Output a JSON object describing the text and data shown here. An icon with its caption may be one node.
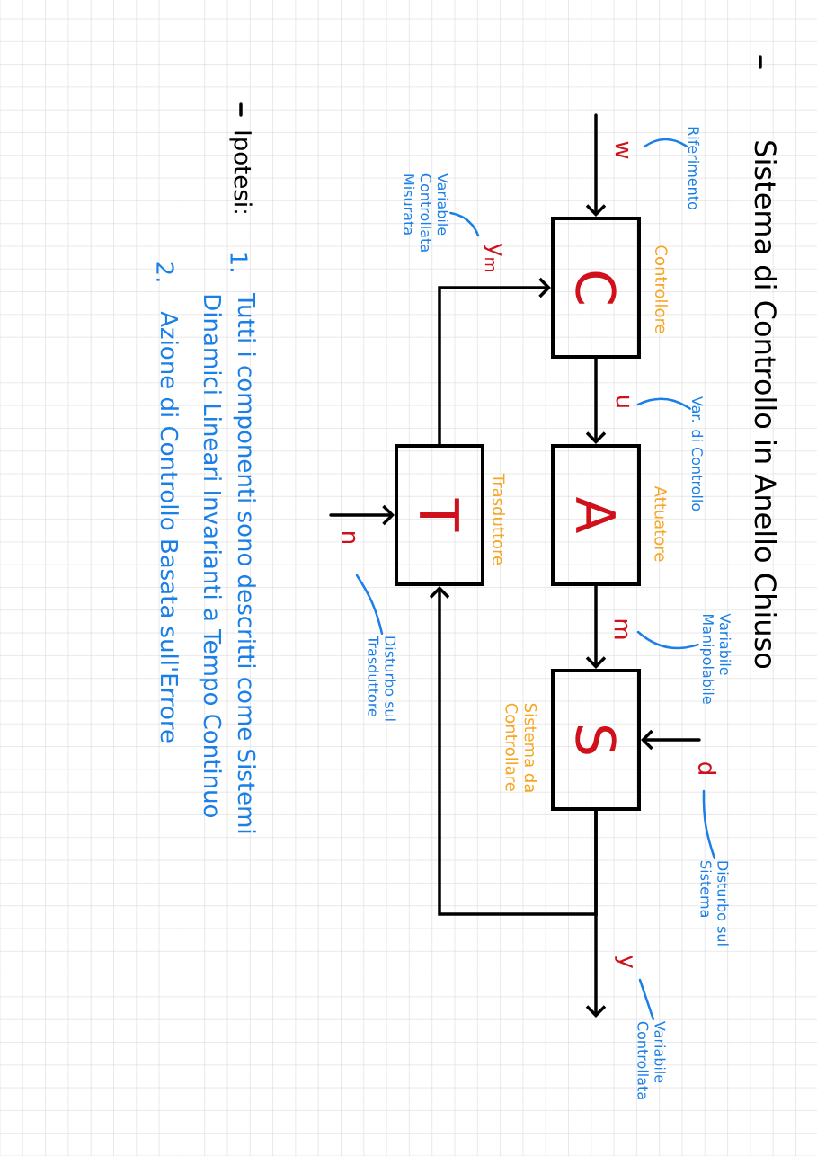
{
  "diagram": {
    "title": "Sistema di Controllo in Anello Chiuso",
    "nodes": [
      {
        "text": [
          "C"
        ],
        "beside": [
          "Controllore"
        ]
      },
      {
        "text": [
          "A"
        ],
        "beside": [
          "Attuatore"
        ]
      },
      {
        "text": [
          "S"
        ],
        "beside": [
          "Sistema da Controllare"
        ]
      },
      {
        "text": [
          "T"
        ],
        "beside": [
          "Trasduttore"
        ]
      },
      {
        "text": [
          "Riferimento"
        ]
      },
      {
        "text": [
          "Variabile Controllata Misurata"
        ]
      },
      {
        "text": [
          "Var. di Controllo"
        ]
      },
      {
        "text": [
          "Variabile Manipolabile"
        ]
      },
      {
        "text": [
          "Disturbo sul Sistema"
        ]
      },
      {
        "text": [
          "Disturbo sul Trasduttore"
        ]
      },
      {
        "text": [
          "Variabile Controllata"
        ]
      }
    ],
    "edges": [
      {
        "from": null,
        "to": 0,
        "arrow": "to",
        "label": "w"
      },
      {
        "from": 0,
        "to": 1,
        "arrow": "to",
        "label": "u"
      },
      {
        "from": 1,
        "to": 2,
        "arrow": "to",
        "label": "m"
      },
      {
        "from": null,
        "to": 2,
        "arrow": "to",
        "label": "d"
      },
      {
        "from": 2,
        "to": null,
        "arrow": "to",
        "label": "y"
      },
      {
        "from": 2,
        "to": 3,
        "arrow": "to"
      },
      {
        "from": 3,
        "to": 0,
        "arrow": "to",
        "label": "y$_{m}$"
      },
      {
        "from": null,
        "to": 3,
        "arrow": "to",
        "label": "n"
      },
      {
        "from": 4,
        "to": null,
        "arrow": "none",
        "color": "#1a7fe6"
      },
      {
        "from": 5,
        "to": null,
        "arrow": "none",
        "color": "#1a7fe6"
      },
      {
        "from": 6,
        "to": null,
        "arrow": "none",
        "color": "#1a7fe6"
      },
      {
        "from": 7,
        "to": null,
        "arrow": "none",
        "color": "#1a7fe6"
      },
      {
        "from": 8,
        "to": null,
        "arrow": "none",
        "color": "#1a7fe6"
      },
      {
        "from": 10,
        "to": null,
        "arrow": "none",
        "color": "#1a7fe6"
      },
      {
        "from": 9,
        "to": null,
        "arrow": "none",
        "color": "#1a7fe6"
      }
    ],
    "labels": [
      "Ipotesi:",
      "1.",
      "Tutti i componenti sono descritti come Sistemi Dinamici Lineari Invarianti a Tempo Continuo",
      "2.",
      "Azione di Controllo Basata sull'Errore"
    ]
  }
}
